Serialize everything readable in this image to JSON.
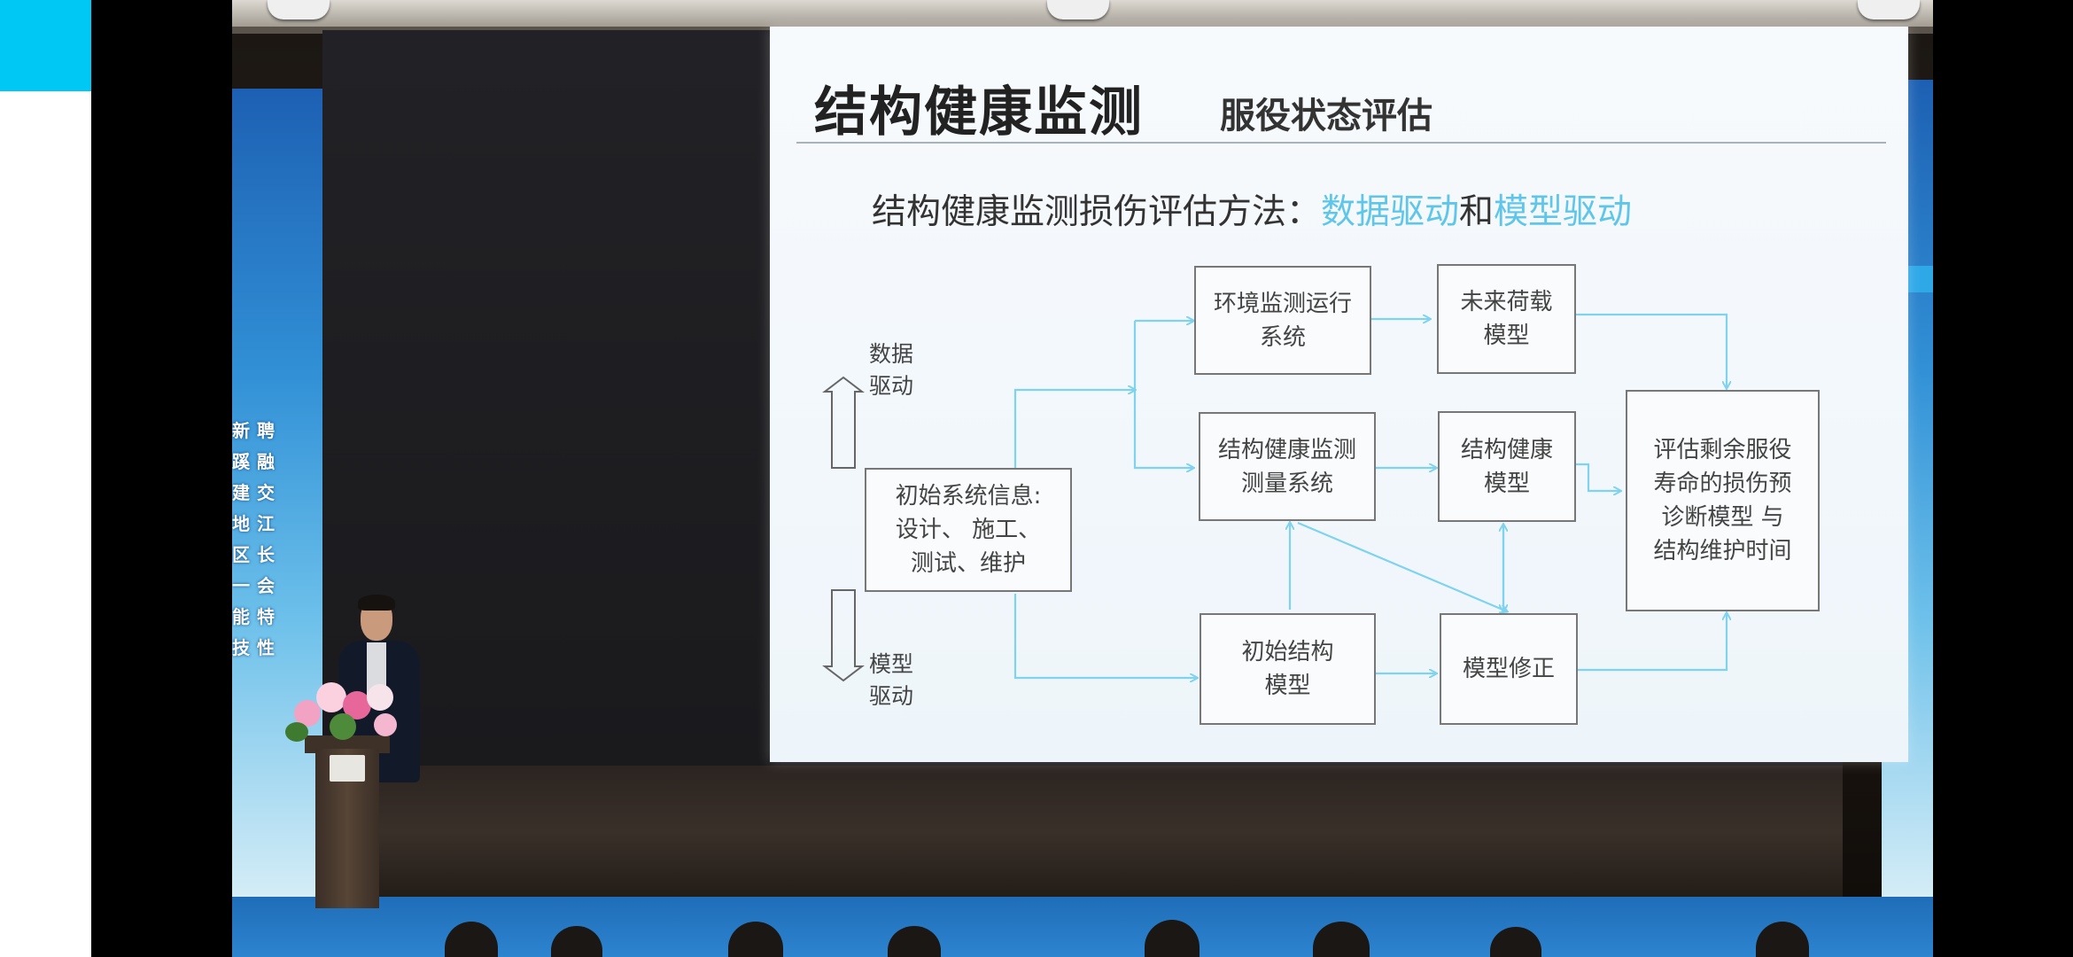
{
  "slide": {
    "title": "结构健康监测",
    "subtitle": "服役状态评估",
    "method_line": {
      "prefix": "结构健康监测损伤评估方法：",
      "highlight_1": "数据驱动",
      "connector": "和",
      "highlight_2": "模型驱动"
    },
    "labels": {
      "data_driven": "数据\n驱动",
      "model_driven": "模型\n驱动"
    },
    "nodes": {
      "initial_info": "初始系统信息:\n设计、 施工、\n测试、维护",
      "env_monitor": "环境监测运行\n系统",
      "future_load": "未来荷载\n模型",
      "shm_measure": "结构健康监测\n测量系统",
      "structural_health": "结构健康\n模型",
      "assessment": "评估剩余服役\n寿命的损伤预\n诊断模型 与\n结构维护时间",
      "initial_structure": "初始结构\n模型",
      "model_update": "模型修正"
    },
    "colors": {
      "arrow": "#7fd3ee",
      "highlight": "#5fc6ea"
    }
  },
  "banner": {
    "left_chars": [
      "新",
      "聘",
      "蹊",
      "融",
      "建",
      "交",
      "地",
      "江",
      "区",
      "长",
      "一",
      "会",
      "能",
      "特",
      "技",
      "性"
    ]
  }
}
